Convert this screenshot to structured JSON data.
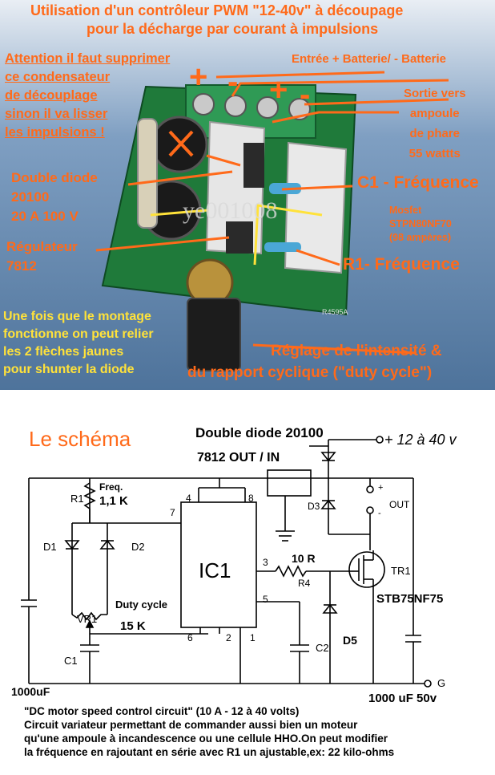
{
  "colors": {
    "annotation_orange": "#ff6a1a",
    "annotation_yellow": "#ffe23a",
    "pcb_green": "#1f7a3a",
    "photo_background": "#5f86ad"
  },
  "photo": {
    "title_line1": "Utilisation d'un contrôleur PWM \"12-40v\" à découpage",
    "title_line2": "pour la décharge par courant à impulsions",
    "warning": [
      "Attention il faut supprimer",
      "ce condensateur",
      "de découplage",
      "sinon il va lisser",
      "les impulsions !"
    ],
    "input_label": "Entrée + Batterie/ - Batterie",
    "output_label": [
      "Sortie vers",
      "ampoule",
      "de phare",
      "55 wattts"
    ],
    "diode_label": [
      "Double diode",
      "20100",
      "20 A 100 V"
    ],
    "c1_label": "C1 - Fréquence",
    "mosfet_label": [
      "Mosfet",
      "STPN80NF70",
      "(98 ampères)"
    ],
    "regulator_label": [
      "Régulateur",
      "7812"
    ],
    "r1_label": "R1- Fréquence",
    "shunt_note": [
      "Une fois que le montage",
      "fonctionne on peut relier",
      "les 2 flèches jaunes",
      "pour shunter la diode"
    ],
    "adjust_label": [
      "Réglage de l'intensité &",
      "du rapport cyclique (\"duty cycle\")"
    ],
    "polarity_plus": "+",
    "polarity_minus": "-",
    "watermark": "ye001008",
    "board_code": "R4595A"
  },
  "schematic": {
    "heading": "Le schéma",
    "diode_title": "Double diode 20100",
    "supply": "+ 12 à 40 v",
    "regulator": "7812 OUT / IN",
    "freq_label": "Freq.",
    "r1_name": "R1",
    "r1_value": "1,1 K",
    "d1": "D1",
    "d2": "D2",
    "duty": "Duty cycle",
    "vr1": "VR1",
    "vr1_value": "15 K",
    "c1": "C1",
    "ic": "IC1",
    "pin4": "4",
    "pin8": "8",
    "pin7": "7",
    "pin3": "3",
    "pin5": "5",
    "pin6": "6",
    "pin2": "2",
    "pin1": "1",
    "r4_value": "10 R",
    "r4_name": "R4",
    "c2": "C2",
    "d5": "D5",
    "d3": "D3",
    "tr1": "TR1",
    "mosfet": "STB75NF75",
    "out": "OUT",
    "plus": "+",
    "minus": "-",
    "cap_left": "1000uF",
    "cap_right": "1000 uF 50v",
    "gnd": "G",
    "caption": [
      "\"DC motor speed control circuit\" (10 A - 12 à 40 volts)",
      "Circuit variateur permettant de commander aussi bien un moteur",
      "qu'une ampoule à incandescence ou une cellule HHO.On peut modifier",
      "la fréquence en rajoutant en série avec R1 un ajustable,ex: 22 kilo-ohms"
    ]
  }
}
